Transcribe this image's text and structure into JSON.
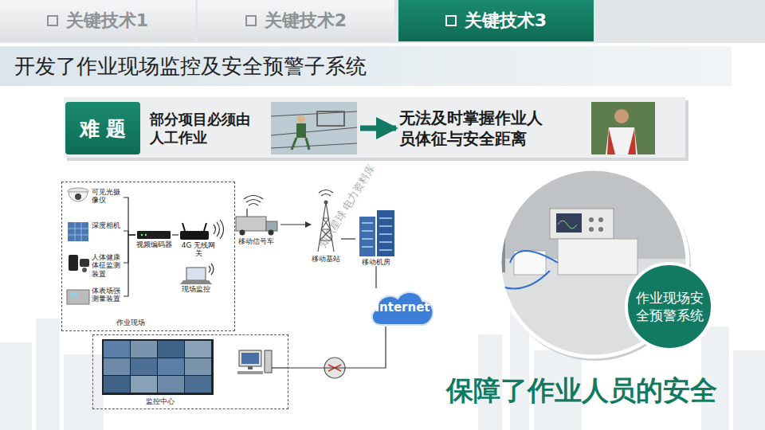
{
  "diagram": {
    "title": "开发了作业现场监控及安全预警子系统",
    "caption": "保障了作业人员的安全",
    "nodes": [
      {
        "text": [
          "关键技术1"
        ]
      },
      {
        "text": [
          "关键技术2"
        ]
      },
      {
        "text": [
          "关键技术3"
        ]
      },
      {
        "text": [
          "难 题"
        ]
      },
      {
        "text": [
          "部分项目必须由人工作业"
        ]
      },
      {
        "text": [
          "无法及时掌握作业人员体征与安全距离"
        ]
      },
      {
        "text": [
          "作业现场"
        ]
      },
      {
        "text": [
          "可见光摄像仪"
        ],
        "in": 6
      },
      {
        "text": [
          "深度相机"
        ],
        "in": 6
      },
      {
        "text": [
          "人体健康体征监测装置"
        ],
        "in": 6
      },
      {
        "text": [
          "体表场强测量装置"
        ],
        "in": 6
      },
      {
        "text": [
          "视频编码器"
        ],
        "in": 6
      },
      {
        "text": [
          "4G 无线网关"
        ],
        "in": 6
      },
      {
        "text": [
          "现场监控"
        ],
        "in": 6
      },
      {
        "text": [
          "移动信号车"
        ]
      },
      {
        "text": [
          "移动基站"
        ]
      },
      {
        "text": [
          "移动机房"
        ]
      },
      {
        "text": [
          "Internet"
        ]
      },
      {
        "text": [
          "监控中心"
        ]
      },
      {
        "text": [
          "作业现场安全预警系统"
        ]
      }
    ],
    "edges": [
      {
        "from": 4,
        "to": 5,
        "arrow": "to"
      },
      {
        "from": 7,
        "to": 11,
        "arrow": "none"
      },
      {
        "from": 8,
        "to": 11,
        "arrow": "none"
      },
      {
        "from": 9,
        "to": 11,
        "arrow": "none"
      },
      {
        "from": 10,
        "to": 11,
        "arrow": "none"
      },
      {
        "from": 11,
        "to": 12,
        "arrow": "none"
      },
      {
        "from": 14,
        "to": 15,
        "arrow": "to"
      },
      {
        "from": 15,
        "to": 16,
        "arrow": "none"
      },
      {
        "from": 16,
        "to": 17,
        "arrow": "none"
      },
      {
        "from": 17,
        "to": 18,
        "arrow": "none"
      }
    ],
    "labels": [
      "知识星球 电力资料库"
    ]
  }
}
